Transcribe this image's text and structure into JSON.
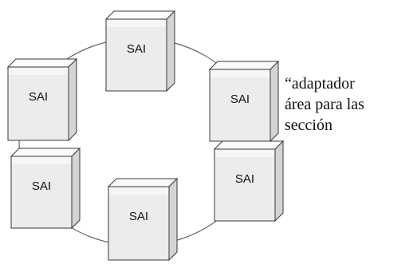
{
  "nodes": [
    {
      "label": "SAI"
    },
    {
      "label": "SAI"
    },
    {
      "label": "SAI"
    },
    {
      "label": "SAI"
    },
    {
      "label": "SAI"
    },
    {
      "label": "SAI"
    }
  ],
  "caption": {
    "lines": [
      "“adaptador",
      "área para las",
      "sección"
    ]
  },
  "colors": {
    "ring": "#666666",
    "box_front": "#ececec",
    "box_top": "#fbfbfb",
    "box_side": "#d4d4d4",
    "box_edge": "#3a3a3a"
  }
}
